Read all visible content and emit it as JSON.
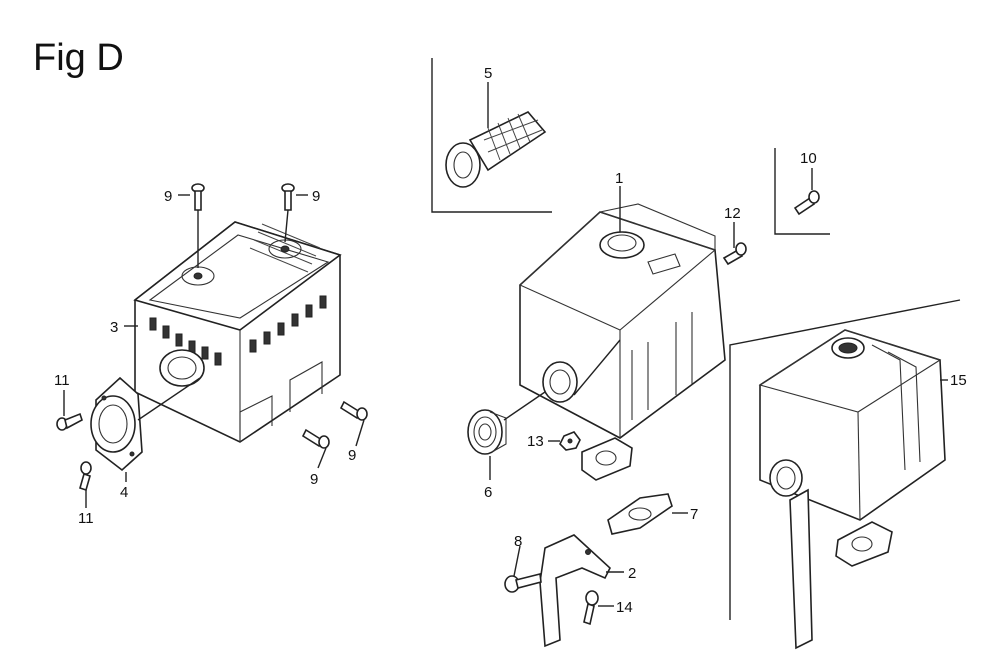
{
  "figure": {
    "title": "Fig D"
  },
  "callouts": [
    "1",
    "2",
    "3",
    "4",
    "5",
    "6",
    "7",
    "8",
    "9",
    "9",
    "9",
    "9",
    "10",
    "11",
    "11",
    "12",
    "13",
    "14",
    "15"
  ]
}
